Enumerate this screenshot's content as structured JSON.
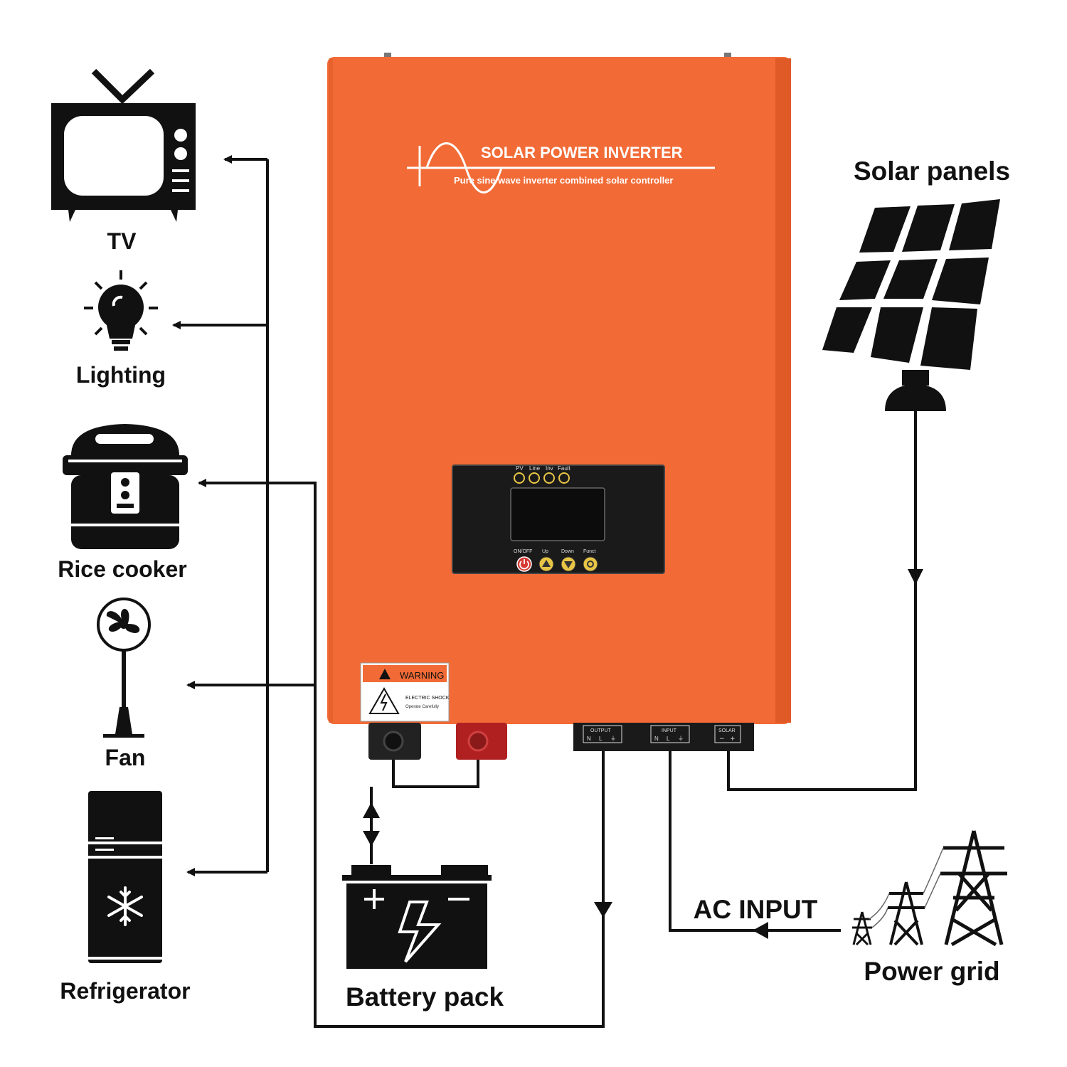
{
  "colors": {
    "inverter_body": "#F26B36",
    "inverter_shade": "#E05A27",
    "panel_bg": "#1a1a1a",
    "indicator": "#E8C545",
    "power_button": "#D63A33",
    "warning_orange": "#F26B36",
    "icon_black": "#111111"
  },
  "inverter": {
    "brand_title": "SOLAR POWER INVERTER",
    "brand_subtitle": "Pure sine wave inverter combined solar controller",
    "indicators": [
      "PV",
      "Line",
      "Inv",
      "Fault"
    ],
    "buttons": [
      "ON/OFF",
      "Up",
      "Down",
      "Funct"
    ],
    "warning_title": "WARNING",
    "warning_line1": "ELECTRIC SHOCK",
    "warning_line2": "Operate Carefully",
    "ports": {
      "output": {
        "label": "OUTPUT",
        "pins": [
          "N",
          "L",
          "⏚"
        ]
      },
      "input": {
        "label": "INPUT",
        "pins": [
          "N",
          "L",
          "⏚"
        ]
      },
      "solar": {
        "label": "SOLAR",
        "pins": [
          "−",
          "+"
        ]
      }
    }
  },
  "labels": {
    "tv": "TV",
    "lighting": "Lighting",
    "rice_cooker": "Rice cooker",
    "fan": "Fan",
    "refrigerator": "Refrigerator",
    "solar_panels": "Solar panels",
    "battery_pack": "Battery pack",
    "ac_input": "AC INPUT",
    "power_grid": "Power grid"
  },
  "icons": {
    "tv": "tv-icon",
    "lighting": "lightbulb-icon",
    "rice_cooker": "rice-cooker-icon",
    "fan": "fan-icon",
    "refrigerator": "refrigerator-icon",
    "solar_panels": "solar-panel-icon",
    "battery_pack": "battery-icon",
    "power_grid": "transmission-tower-icon"
  }
}
